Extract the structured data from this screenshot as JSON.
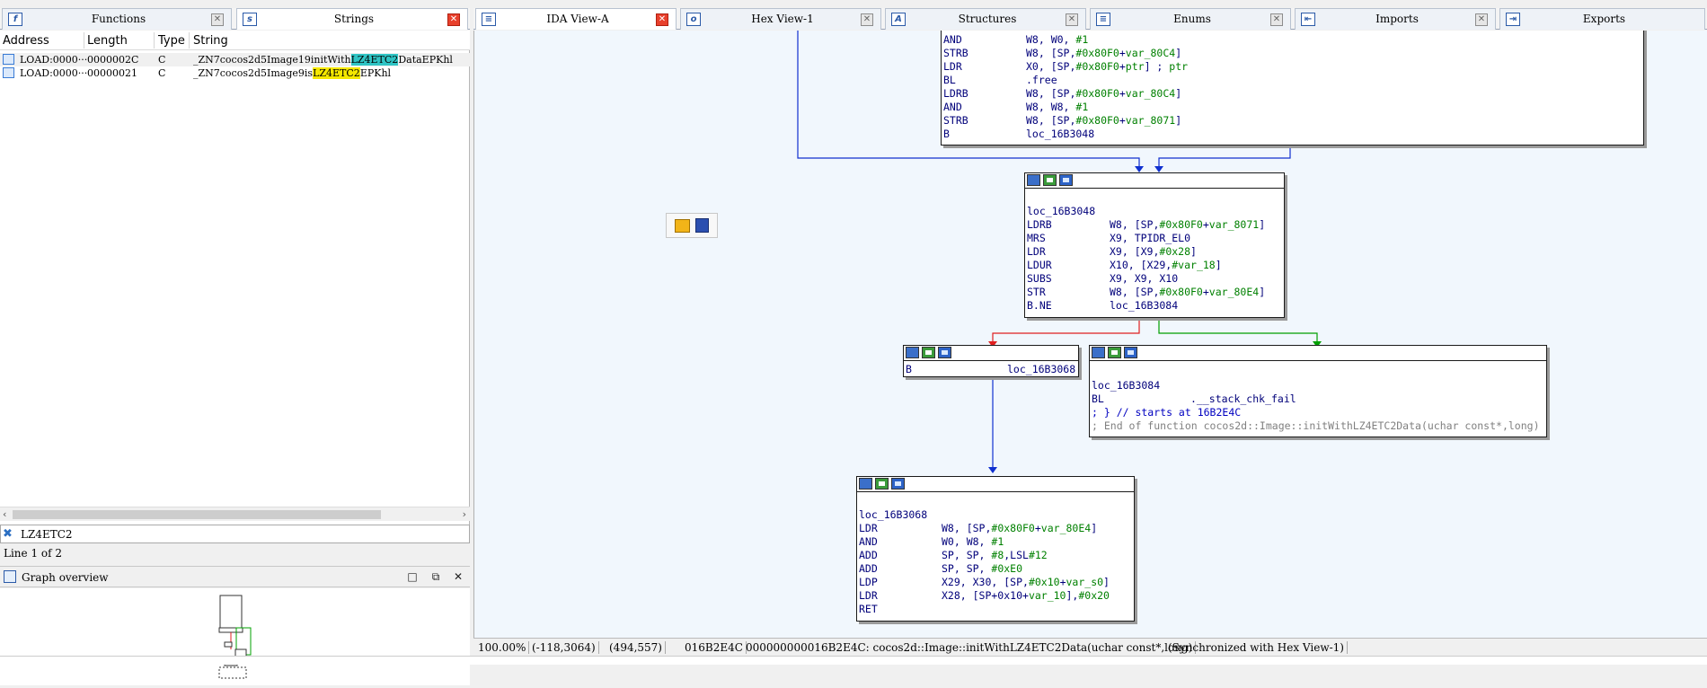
{
  "left_tabs": [
    {
      "label": "Functions",
      "icon": "function-icon"
    },
    {
      "label": "Strings",
      "icon": "strings-icon"
    }
  ],
  "right_tabs": [
    {
      "label": "IDA View-A"
    },
    {
      "label": "Hex View-1"
    },
    {
      "label": "Structures"
    },
    {
      "label": "Enums"
    },
    {
      "label": "Imports"
    },
    {
      "label": "Exports"
    }
  ],
  "strings": {
    "columns": [
      "Address",
      "Length",
      "Type",
      "String"
    ],
    "rows": [
      {
        "address": "LOAD:0000···",
        "length": "0000002C",
        "type": "C",
        "pre": "_ZN7cocos2d5Image19initWith",
        "match": "LZ4ETC2",
        "post": "DataEPKhl"
      },
      {
        "address": "LOAD:0000···",
        "length": "00000021",
        "type": "C",
        "pre": "_ZN7cocos2d5Image9is",
        "match": "LZ4ETC2",
        "post": "EPKhl"
      }
    ],
    "filter_value": "LZ4ETC2",
    "line_info": "Line 1 of 2"
  },
  "overview": {
    "title": "Graph overview"
  },
  "nodes": {
    "top": [
      {
        "op": "AND",
        "arg": "W8, W0, #1"
      },
      {
        "op": "STRB",
        "arg": "W8, [SP,#0x80F0+var_80C4]"
      },
      {
        "op": "LDR",
        "arg": "X0, [SP,#0x80F0+ptr] ; ptr"
      },
      {
        "op": "BL",
        "arg": ".free"
      },
      {
        "op": "LDRB",
        "arg": "W8, [SP,#0x80F0+var_80C4]"
      },
      {
        "op": "AND",
        "arg": "W8, W8, #1"
      },
      {
        "op": "STRB",
        "arg": "W8, [SP,#0x80F0+var_8071]"
      },
      {
        "op": "B",
        "arg": "loc_16B3048"
      }
    ],
    "n3048_label": "loc_16B3048",
    "n3048": [
      {
        "op": "LDRB",
        "arg": "W8, [SP,#0x80F0+var_8071]"
      },
      {
        "op": "MRS",
        "arg": "X9, TPIDR_EL0"
      },
      {
        "op": "LDR",
        "arg": "X9, [X9,#0x28]"
      },
      {
        "op": "LDUR",
        "arg": "X10, [X29,#var_18]"
      },
      {
        "op": "SUBS",
        "arg": "X9, X9, X10"
      },
      {
        "op": "STR",
        "arg": "W8, [SP,#0x80F0+var_80E4]"
      },
      {
        "op": "B.NE",
        "arg": "loc_16B3084"
      }
    ],
    "nB": {
      "op": "B",
      "arg": "loc_16B3068"
    },
    "n3084_label": "loc_16B3084",
    "n3084": [
      {
        "op": "BL",
        "arg": ".__stack_chk_fail"
      }
    ],
    "n3084_cmt1": "; } // starts at 16B2E4C",
    "n3084_cmt2": "; End of function cocos2d::Image::initWithLZ4ETC2Data(uchar const*,long)",
    "n3068_label": "loc_16B3068",
    "n3068": [
      {
        "op": "LDR",
        "arg": "W8, [SP,#0x80F0+var_80E4]"
      },
      {
        "op": "AND",
        "arg": "W0, W8, #1"
      },
      {
        "op": "ADD",
        "arg": "SP, SP, #8,LSL#12"
      },
      {
        "op": "ADD",
        "arg": "SP, SP, #0xE0"
      },
      {
        "op": "LDP",
        "arg": "X29, X30, [SP,#0x10+var_s0]"
      },
      {
        "op": "LDR",
        "arg": "X28, [SP+0x10+var_10],#0x20"
      },
      {
        "op": "RET",
        "arg": ""
      }
    ]
  },
  "status": [
    "100.00%",
    "(-118,3064)",
    "(494,557)",
    "016B2E4C",
    "000000000016B2E4C: cocos2d::Image::initWithLZ4ETC2Data(uchar const*,long)",
    "(Synchronized with Hex View-1)"
  ],
  "colors": {
    "true_edge": "#00a000",
    "false_edge": "#e02020",
    "jump_edge": "#1030d0",
    "highlight_cyan": "#2ec4c4",
    "highlight_yellow": "#f5e800"
  }
}
